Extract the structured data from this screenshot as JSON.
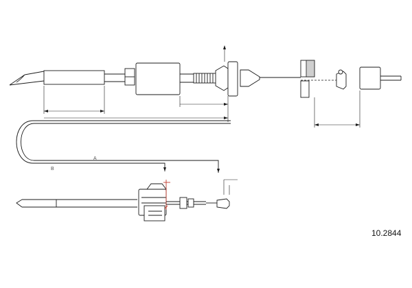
{
  "diagram": {
    "part_number": "10.2844",
    "dimension_labels": {
      "a": "A",
      "b": "B"
    }
  }
}
